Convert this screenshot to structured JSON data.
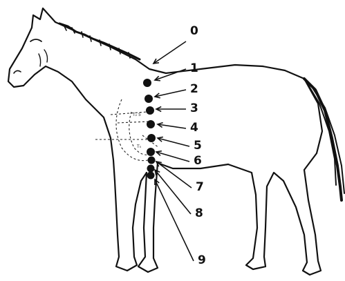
{
  "diagram": {
    "points": [
      {
        "label": "0"
      },
      {
        "label": "1"
      },
      {
        "label": "2"
      },
      {
        "label": "3"
      },
      {
        "label": "4"
      },
      {
        "label": "5"
      },
      {
        "label": "6"
      },
      {
        "label": "7"
      },
      {
        "label": "8"
      },
      {
        "label": "9"
      }
    ]
  },
  "colors": {
    "ink": "#111111",
    "background": "#ffffff"
  }
}
